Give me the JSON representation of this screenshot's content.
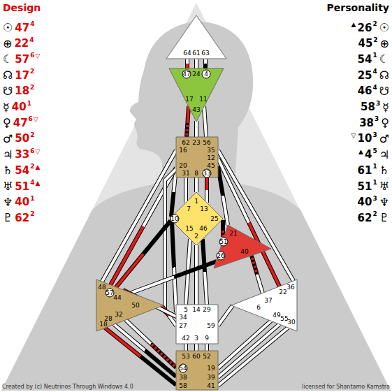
{
  "diagram": {
    "nodes": [
      {
        "text": [
          "64",
          "61",
          "63"
        ]
      },
      {
        "text": [
          "47",
          "24",
          "4",
          "17",
          "43",
          "11"
        ]
      },
      {
        "text": [
          "62",
          "23",
          "56",
          "16",
          "35",
          "12",
          "20",
          "45",
          "31",
          "8",
          "33"
        ]
      },
      {
        "text": [
          "1",
          "7",
          "13",
          "10",
          "25",
          "15",
          "46",
          "2"
        ]
      },
      {
        "text": [
          "21",
          "51",
          "26",
          "40"
        ]
      },
      {
        "text": [
          "48",
          "57",
          "44",
          "50",
          "32",
          "28",
          "18"
        ]
      },
      {
        "text": [
          "5",
          "14",
          "29",
          "34",
          "27",
          "59",
          "42",
          "3",
          "9"
        ]
      },
      {
        "text": [
          "36",
          "22",
          "37",
          "6",
          "49",
          "55",
          "30"
        ]
      },
      {
        "text": [
          "53",
          "60",
          "52",
          "54",
          "38",
          "58",
          "19",
          "39",
          "41"
        ]
      }
    ],
    "edges": [
      {
        "from": 0,
        "to": 1,
        "arrow": "none"
      },
      {
        "from": 0,
        "to": 1,
        "arrow": "none"
      },
      {
        "from": 0,
        "to": 1,
        "arrow": "none"
      },
      {
        "from": 1,
        "to": 2,
        "arrow": "none"
      },
      {
        "from": 1,
        "to": 2,
        "arrow": "none"
      },
      {
        "from": 1,
        "to": 2,
        "arrow": "none"
      },
      {
        "from": 2,
        "to": 3,
        "arrow": "none"
      },
      {
        "from": 2,
        "to": 3,
        "arrow": "none"
      },
      {
        "from": 2,
        "to": 3,
        "arrow": "none"
      },
      {
        "from": 2,
        "to": 3,
        "arrow": "none"
      },
      {
        "from": 2,
        "to": 4,
        "arrow": "none"
      },
      {
        "from": 2,
        "to": 5,
        "arrow": "none"
      },
      {
        "from": 2,
        "to": 5,
        "arrow": "none"
      },
      {
        "from": 2,
        "to": 6,
        "arrow": "none"
      },
      {
        "from": 2,
        "to": 7,
        "arrow": "none"
      },
      {
        "from": 2,
        "to": 7,
        "arrow": "none"
      },
      {
        "from": 3,
        "to": 4,
        "arrow": "none"
      },
      {
        "from": 3,
        "to": 5,
        "arrow": "none"
      },
      {
        "from": 3,
        "to": 6,
        "arrow": "none"
      },
      {
        "from": 3,
        "to": 6,
        "arrow": "none"
      },
      {
        "from": 3,
        "to": 6,
        "arrow": "none"
      },
      {
        "from": 3,
        "to": 6,
        "arrow": "none"
      },
      {
        "from": 4,
        "to": 5,
        "arrow": "none"
      },
      {
        "from": 4,
        "to": 7,
        "arrow": "none"
      },
      {
        "from": 5,
        "to": 6,
        "arrow": "none"
      },
      {
        "from": 5,
        "to": 6,
        "arrow": "none"
      },
      {
        "from": 5,
        "to": 8,
        "arrow": "none"
      },
      {
        "from": 5,
        "to": 8,
        "arrow": "none"
      },
      {
        "from": 5,
        "to": 8,
        "arrow": "none"
      },
      {
        "from": 6,
        "to": 7,
        "arrow": "none"
      },
      {
        "from": 6,
        "to": 8,
        "arrow": "none"
      },
      {
        "from": 6,
        "to": 8,
        "arrow": "none"
      },
      {
        "from": 6,
        "to": 8,
        "arrow": "none"
      },
      {
        "from": 7,
        "to": 8,
        "arrow": "none"
      },
      {
        "from": 7,
        "to": 8,
        "arrow": "none"
      },
      {
        "from": 7,
        "to": 8,
        "arrow": "none"
      }
    ],
    "labels": [
      "Design",
      "☉",
      "47",
      "4",
      "⊕",
      "22",
      "4",
      "☾",
      "57",
      "6",
      "▽",
      "☊",
      "17",
      "2",
      "☋",
      "18",
      "2",
      "☿",
      "40",
      "1",
      "♀",
      "47",
      "6",
      "▽",
      "♂",
      "50",
      "2",
      "♃",
      "33",
      "6",
      "▽",
      "♄",
      "54",
      "2",
      "▲",
      "♅",
      "51",
      "4",
      "▲",
      "♆",
      "40",
      "1",
      "♇",
      "62",
      "2",
      "Personality",
      "▲",
      "26",
      "2",
      "☉",
      "45",
      "2",
      "⊕",
      "54",
      "1",
      "☾",
      "25",
      "4",
      "☊",
      "46",
      "4",
      "☋",
      "58",
      "3",
      "☿",
      "38",
      "3",
      "♀",
      "▽",
      "10",
      "3",
      "♂",
      "▲",
      "4",
      "5",
      "♃",
      "61",
      "1",
      "♄",
      "51",
      "1",
      "♅",
      "40",
      "3",
      "♆",
      "62",
      "2",
      "♇",
      "Created by (c) Neutrinos Through Windows 4.0",
      "licensed for Shantamo Kamstra"
    ]
  }
}
